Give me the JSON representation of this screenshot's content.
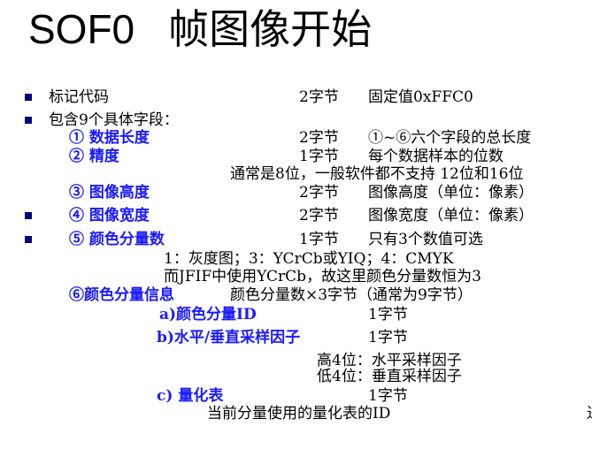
{
  "title": {
    "code": "SOF0",
    "name": "帧图像开始"
  },
  "rows": {
    "marker": {
      "label": "标记代码",
      "size": "2字节",
      "desc": "固定值0xFFC0"
    },
    "fields_intro": "包含9个具体字段：",
    "f1": {
      "label": "① 数据长度",
      "size": "2字节",
      "desc": "①~⑥六个字段的总长度"
    },
    "f2": {
      "label": "② 精度",
      "size": "1字节",
      "desc": "每个数据样本的位数",
      "note": "通常是8位，一般软件都不支持 12位和16位"
    },
    "f3": {
      "label": "③ 图像高度",
      "size": "2字节",
      "desc": "图像高度（单位：像素）"
    },
    "f4": {
      "label": "④ 图像宽度",
      "size": "2字节",
      "desc": "图像宽度（单位：像素）"
    },
    "f5": {
      "label": "⑤ 颜色分量数",
      "size": "1字节",
      "desc": "只有3个数值可选",
      "note1": "1：灰度图；3：YCrCb或YIQ；4：CMYK",
      "note2": "而JFIF中使用YCrCb，故这里颜色分量数恒为3"
    },
    "f6": {
      "label": "⑥颜色分量信息",
      "desc": "颜色分量数×3字节（通常为9字节）"
    },
    "f6a": {
      "label": "a)颜色分量ID",
      "size": "1字节"
    },
    "f6b": {
      "label": "b)水平/垂直采样因子",
      "size": "1字节",
      "hi": "高4位：水平采样因子",
      "lo": "低4位：垂直采样因子"
    },
    "f6c": {
      "label": "c) 量化表",
      "size": "1字节",
      "desc": "当前分量使用的量化表的ID"
    }
  },
  "edge_glyph": "进"
}
